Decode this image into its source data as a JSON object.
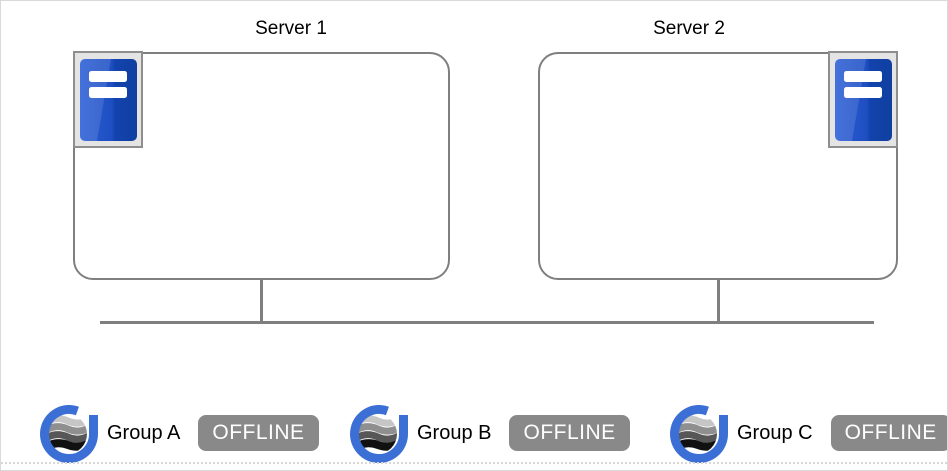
{
  "diagram": {
    "servers": [
      {
        "label": "Server 1"
      },
      {
        "label": "Server 2"
      }
    ],
    "groups": [
      {
        "label": "Group A",
        "status": "OFFLINE"
      },
      {
        "label": "Group B",
        "status": "OFFLINE"
      },
      {
        "label": "Group C",
        "status": "OFFLINE"
      }
    ],
    "colors": {
      "node_border": "#7f7f7f",
      "connector_line": "#7f7f7f",
      "status_badge_bg": "#898989",
      "status_badge_text": "#ffffff",
      "server_icon_blue_light": "#2b5ed6",
      "server_icon_blue_dark": "#103f9f",
      "group_logo_blue": "#3c6fd6"
    },
    "icons": {
      "server": "server-tower-icon",
      "group": "group-logo-icon"
    }
  }
}
